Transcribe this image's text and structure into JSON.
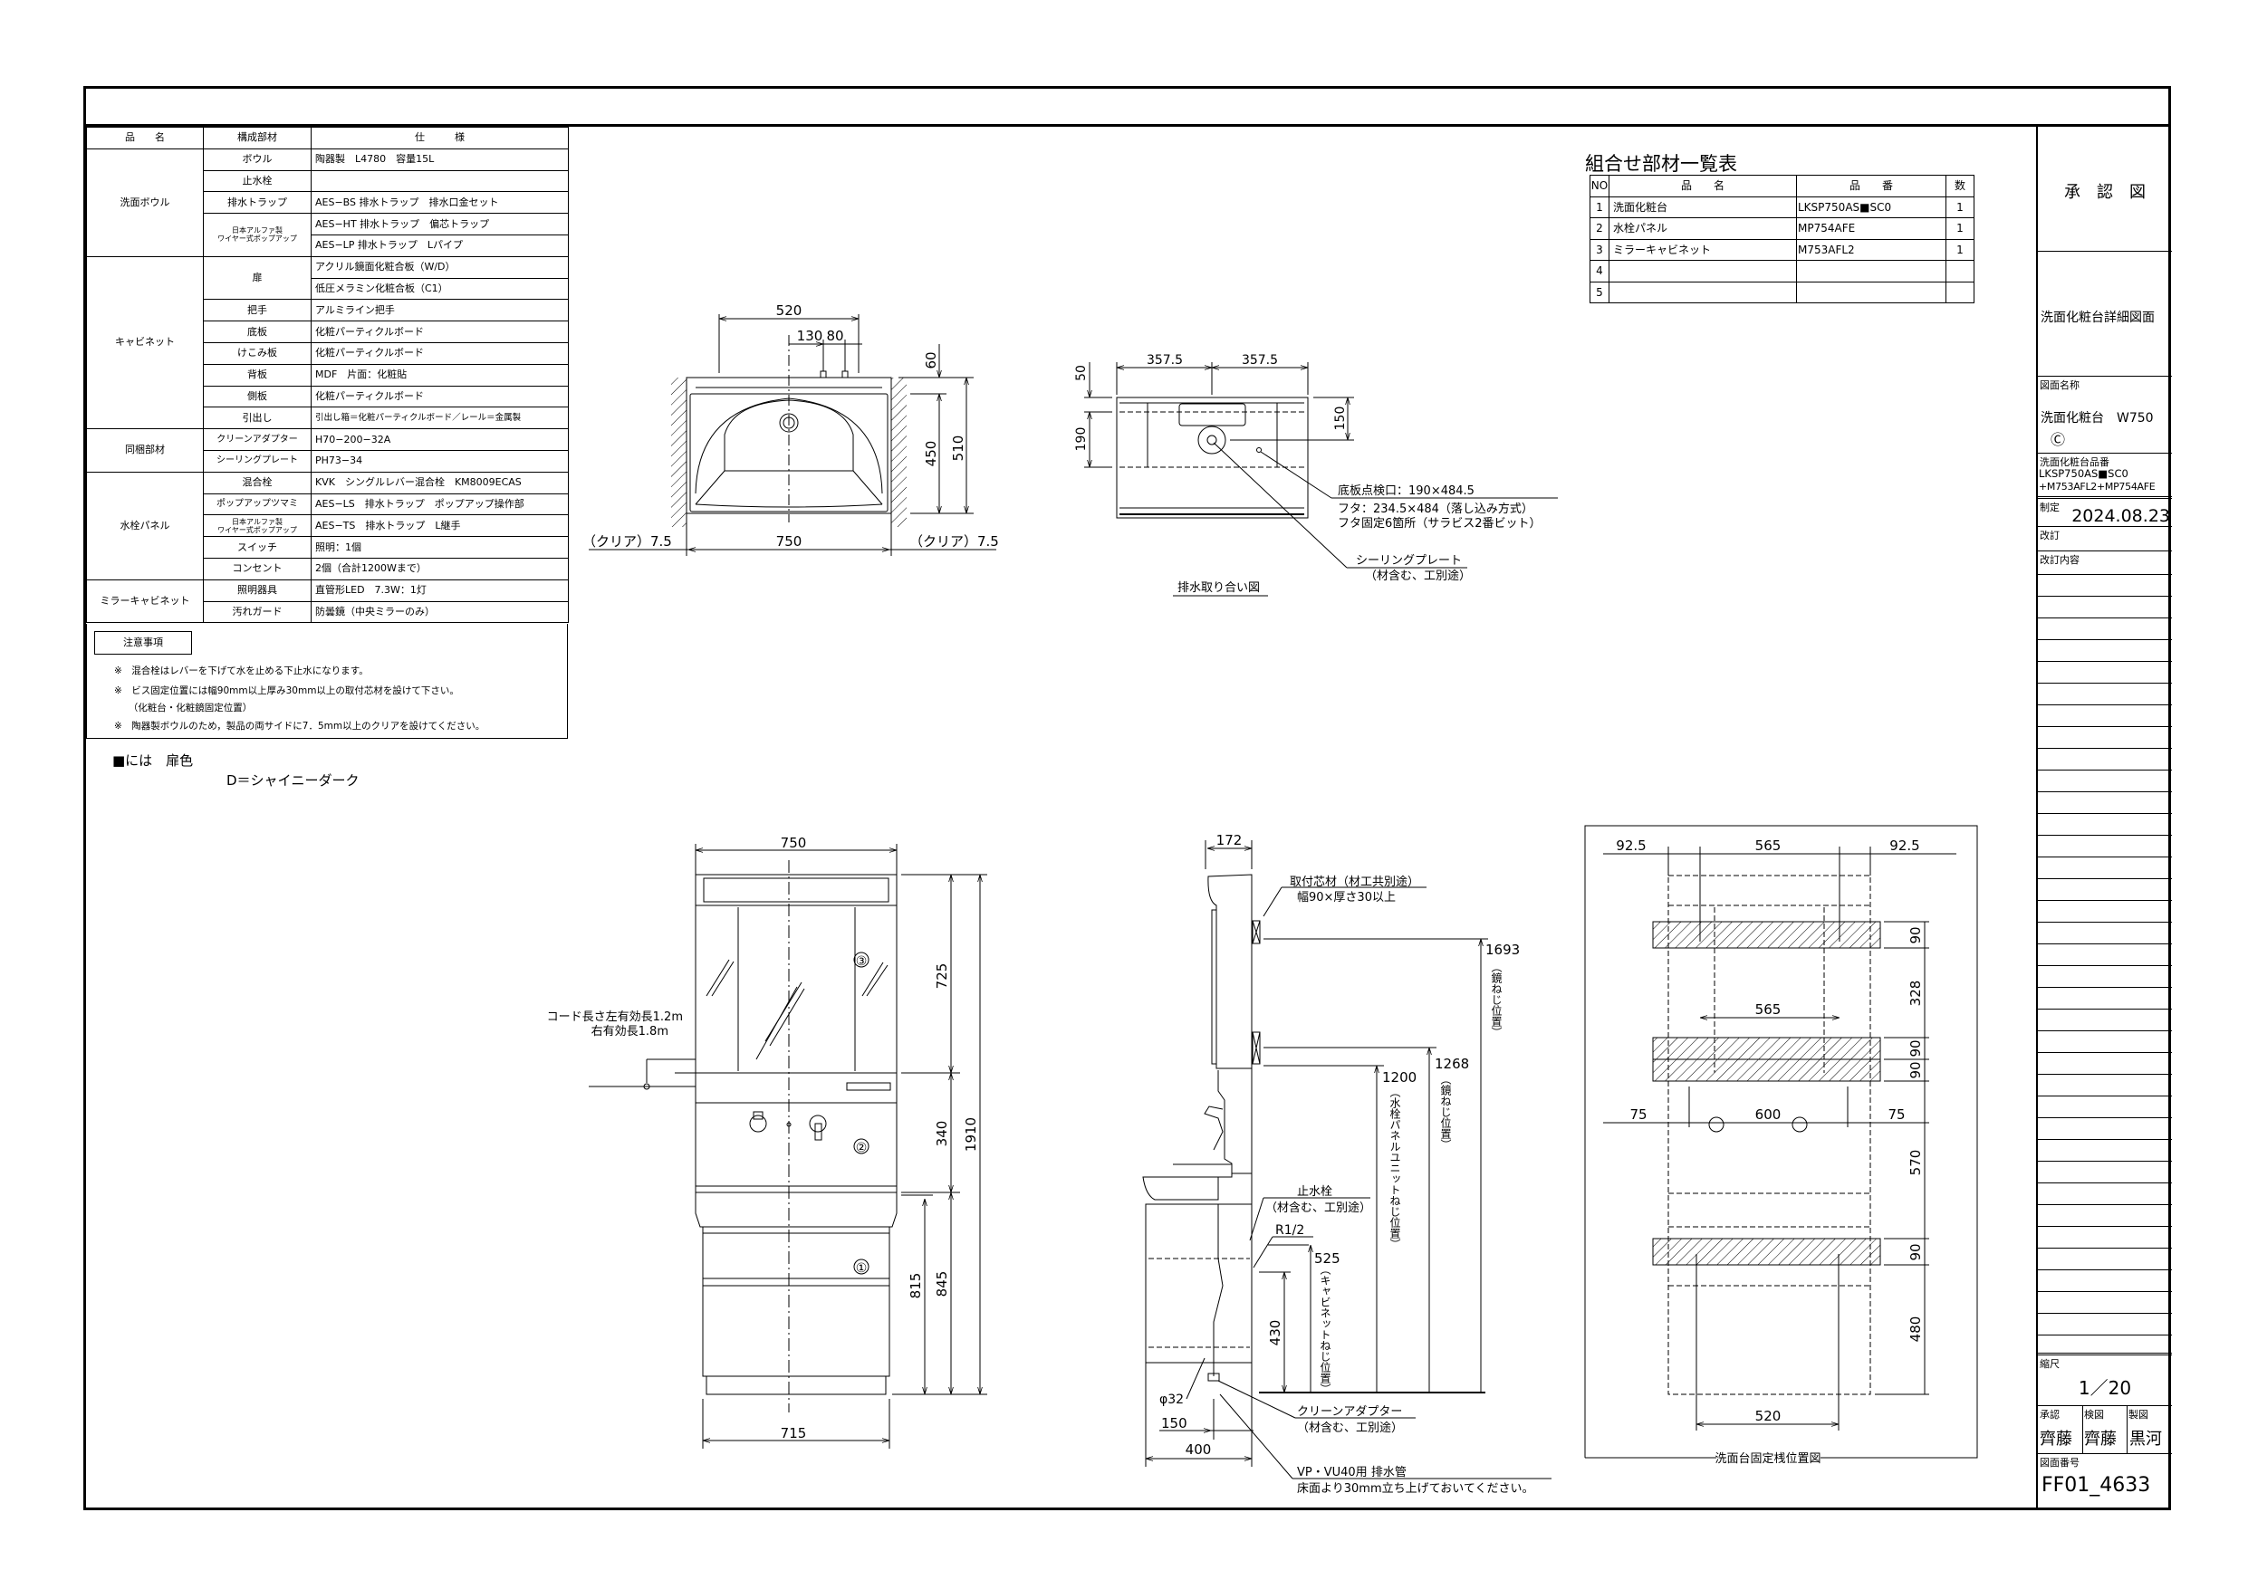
{
  "spec_table": {
    "headers": [
      "品　　名",
      "構成部材",
      "仕　　　様"
    ],
    "groups": {
      "bowl": "洗面ボウル",
      "cabinet": "キャビネット",
      "bundled": "同梱部材",
      "faucet_panel": "水栓パネル",
      "mirror_cabinet": "ミラーキャビネット"
    },
    "rows": [
      {
        "part": "ボウル",
        "spec": "陶器製　L4780　容量15L"
      },
      {
        "part": "止水栓",
        "spec": ""
      },
      {
        "part": "排水トラップ",
        "spec": "AES−BS 排水トラップ　排水口金セット"
      },
      {
        "part": "日本アルファ製\nワイヤー式ポップアップ",
        "spec": "AES−HT 排水トラップ　偏芯トラップ"
      },
      {
        "part": "",
        "spec": "AES−LP 排水トラップ　Lパイプ"
      },
      {
        "part": "扉",
        "spec": "アクリル鏡面化粧合板（W/D）"
      },
      {
        "part": "",
        "spec": "低圧メラミン化粧合板（C1）"
      },
      {
        "part": "把手",
        "spec": "アルミライン把手"
      },
      {
        "part": "底板",
        "spec": "化粧パーティクルボード"
      },
      {
        "part": "けこみ板",
        "spec": "化粧パーティクルボード"
      },
      {
        "part": "背板",
        "spec": "MDF　片面：化粧貼"
      },
      {
        "part": "側板",
        "spec": "化粧パーティクルボード"
      },
      {
        "part": "引出し",
        "spec": "引出し箱＝化粧パーティクルボード／レール＝金属製"
      },
      {
        "part": "クリーンアダプター",
        "spec": "H70−200−32A"
      },
      {
        "part": "シーリングプレート",
        "spec": "PH73−34"
      },
      {
        "part": "混合栓",
        "spec": "KVK　シングルレバー混合栓　KM8009ECAS"
      },
      {
        "part": "ポップアップツマミ",
        "spec": "AES−LS　排水トラップ　ポップアップ操作部"
      },
      {
        "part": "日本アルファ製\nワイヤー式ポップアップ",
        "spec": "AES−TS　排水トラップ　L継手"
      },
      {
        "part": "スイッチ",
        "spec": "照明：1個"
      },
      {
        "part": "コンセント",
        "spec": "2個（合計1200Wまで）"
      },
      {
        "part": "照明器具",
        "spec": "直管形LED　7.3W：1灯"
      },
      {
        "part": "汚れガード",
        "spec": "防曇鏡（中央ミラーのみ）"
      }
    ]
  },
  "notes": {
    "title": "注意事項",
    "items": [
      "※　混合栓はレバーを下げて水を止める下止水になります。",
      "※　ビス固定位置には幅90mm以上厚み30mm以上の取付芯材を設けて下さい。",
      "　　（化粧台・化粧鏡固定位置）",
      "※　陶器製ボウルのため，製品の両サイドに7．5mm以上のクリアを設けてください。"
    ]
  },
  "door_color": {
    "label": "■には　扉色",
    "value": "D＝シャイニーダーク"
  },
  "combo_table": {
    "title": "組合せ部材一覧表",
    "headers": [
      "NO",
      "品　　名",
      "品　　番",
      "数"
    ],
    "rows": [
      [
        "1",
        "洗面化粧台",
        "LKSP750AS■SC0",
        "1"
      ],
      [
        "2",
        "水栓パネル",
        "MP754AFE",
        "1"
      ],
      [
        "3",
        "ミラーキャビネット",
        "M753AFL2",
        "1"
      ],
      [
        "4",
        "",
        "",
        ""
      ],
      [
        "5",
        "",
        "",
        ""
      ]
    ]
  },
  "title_block": {
    "approval_drawing": "承　認　図",
    "drawing_type": "洗面化粧台詳細図面",
    "drawing_name_label": "図面名称",
    "drawing_name": "洗面化粧台　W750",
    "drawing_name_mark": "Ⓒ",
    "product_no_label": "洗面化粧台品番",
    "product_no_1": "LKSP750AS■SC0",
    "product_no_2": "+M753AFL2+MP754AFE",
    "established_label": "制定",
    "established_date": "2024.08.23",
    "revision_label": "改訂",
    "revision_content_label": "改訂内容",
    "scale_label": "縮尺",
    "scale": "1／20",
    "approved_label": "承認",
    "approved_by": "齊藤",
    "checked_label": "検図",
    "checked_by": "齊藤",
    "drawn_label": "製図",
    "drawn_by": "黒河",
    "drawing_no_label": "図面番号",
    "drawing_no": "FF01_4633"
  },
  "bowl_plan": {
    "dim_520": "520",
    "dim_130": "130",
    "dim_80": "80",
    "dim_60": "60",
    "dim_450": "450",
    "dim_510": "510",
    "dim_750": "750",
    "clear_left": "（クリア）7.5",
    "clear_right": "（クリア）7.5"
  },
  "drain_plan": {
    "dim_left": "357.5",
    "dim_right": "357.5",
    "dim_50": "50",
    "dim_190": "190",
    "dim_150": "150",
    "inspection": "底板点検口：190×484.5",
    "lid": "フタ：234.5×484（落し込み方式）",
    "lid_fix": "フタ固定6箇所（サラビス2番ビット）",
    "sealing_plate": "シーリングプレート",
    "sealing_note": "（材含む、工別途）",
    "caption": "排水取り合い図"
  },
  "front_elevation": {
    "dim_750": "750",
    "dim_725": "725",
    "dim_340": "340",
    "dim_1910": "1910",
    "dim_845": "845",
    "dim_815": "815",
    "dim_715": "715",
    "cord_1": "コード長さ左有効長1.2m",
    "cord_2": "右有効長1.8m",
    "mark_1": "①",
    "mark_2": "②",
    "mark_3": "③"
  },
  "side_elevation": {
    "dim_172": "172",
    "dim_1693": "1693",
    "dim_1268": "1268",
    "dim_1200": "1200",
    "dim_525": "525",
    "dim_430": "430",
    "dim_150": "150",
    "dim_400": "400",
    "mirror_screw": "（鏡ねじ位置）",
    "mirror_screw_2": "（鏡ねじ位置）",
    "panel_screw": "（水栓パネルユニットねじ位置）",
    "cabinet_screw": "（キャビネットねじ位置）",
    "backing": "取付芯材（材工共別途）",
    "backing_size": "幅90×厚さ30以上",
    "stop_valve": "止水栓",
    "stop_valve_note": "（材含む、工別途）",
    "r12": "R1/2",
    "phi32": "φ32",
    "clean_adapter": "クリーンアダプター",
    "clean_adapter_note": "（材含む、工別途）",
    "drain_pipe": "VP・VU40用 排水管",
    "drain_pipe_note": "床面より30mm立ち上げておいてください。"
  },
  "fixing_view": {
    "dim_92_5_l": "92.5",
    "dim_565_top": "565",
    "dim_92_5_r": "92.5",
    "dim_565_mid": "565",
    "dim_75_l": "75",
    "dim_600": "600",
    "dim_75_r": "75",
    "dim_520": "520",
    "v_90_a": "90",
    "v_328": "328",
    "v_90_b": "90",
    "v_90_c": "90",
    "v_570": "570",
    "v_90_d": "90",
    "v_480": "480",
    "caption": "洗面台固定桟位置図"
  }
}
